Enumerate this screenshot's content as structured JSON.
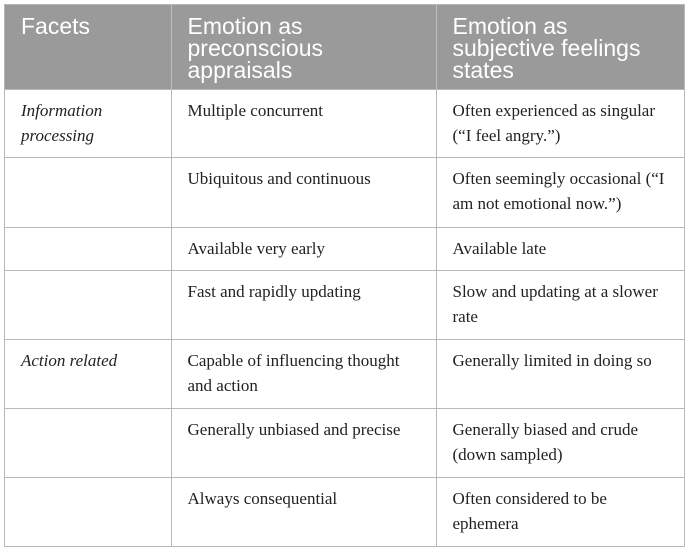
{
  "table": {
    "headers": [
      "Facets",
      "Emotion as preconscious appraisals",
      "Emotion as subjective feelings states"
    ],
    "rows": [
      {
        "facet": "Information processing",
        "preconscious": "Multiple concurrent",
        "subjective": "Often experienced as singular (“I feel angry.”)"
      },
      {
        "facet": "",
        "preconscious": "Ubiquitous and continuous",
        "subjective": "Often seemingly occasional (“I am not emotional now.”)"
      },
      {
        "facet": "",
        "preconscious": "Available very early",
        "subjective": "Available late"
      },
      {
        "facet": "",
        "preconscious": "Fast and rapidly updating",
        "subjective": "Slow and updating at a slower rate"
      },
      {
        "facet": "Action related",
        "preconscious": "Capable of influencing thought and action",
        "subjective": "Generally limited in doing so"
      },
      {
        "facet": "",
        "preconscious": "Generally unbiased and precise",
        "subjective": "Generally biased and crude (down sampled)"
      },
      {
        "facet": "",
        "preconscious": "Always consequential",
        "subjective": "Often considered to be ephemera"
      }
    ]
  }
}
